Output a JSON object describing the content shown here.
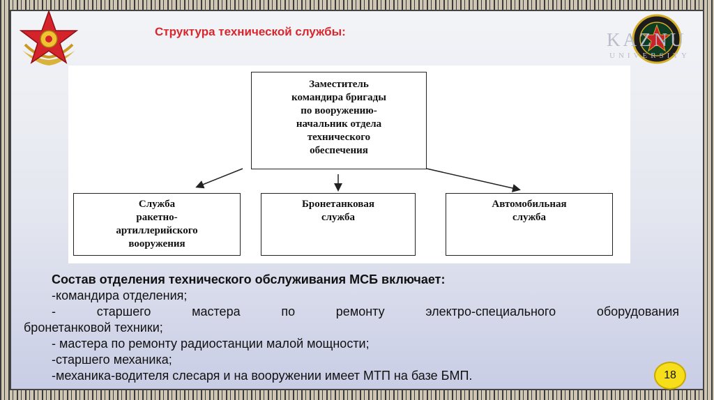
{
  "slide": {
    "title": "Структура технической службы:",
    "logo_text_main": "KAZNU",
    "logo_text_sub": "UNIVERSITY",
    "page_number": "18"
  },
  "diagram": {
    "top_box": "Заместитель\nкомандира бригады\nпо вооружению-\nначальник отдела\nтехнического\nобеспечения",
    "left_box": "Служба\nракетно-\nартиллерийского\nвооружения",
    "middle_box": "Бронетанковая\nслужба",
    "right_box": "Автомобильная\nслужба"
  },
  "body": {
    "heading": "Состав отделения  технического обслуживания МСБ включает:",
    "items": [
      "-командира отделения;",
      "- старшего мастера по ремонту электро-специального оборудования",
      "бронетанковой техники;",
      "- мастера по ремонту радиостанции малой мощности;",
      "-старшего механика;",
      "-механика-водителя слесаря и на вооружении имеет МТП на базе БМП."
    ]
  },
  "colors": {
    "title": "#d8262d",
    "page_badge": "#f6df1a"
  }
}
